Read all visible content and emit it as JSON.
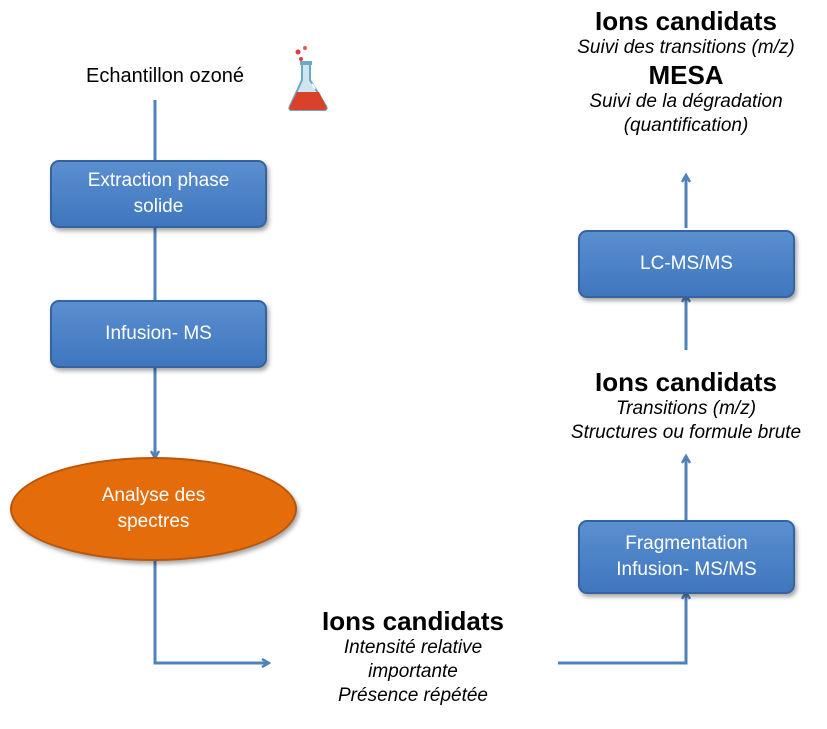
{
  "start_label": "Echantillon ozoné",
  "icon": "flask-icon",
  "colors": {
    "box_blue": "#4f81bd",
    "ellipse_orange": "#e46c0a",
    "arrow_blue": "#4f81bd"
  },
  "steps": {
    "extraction": "Extraction phase\nsolide",
    "infusion_ms": "Infusion- MS",
    "analyse": "Analyse des\nspectres",
    "fragmentation": "Fragmentation\nInfusion- MS/MS",
    "lcmsms": "LC-MS/MS"
  },
  "candidates_bottom": {
    "title": "Ions candidats",
    "lines": [
      "Intensité relative",
      "importante",
      "Présence répétée"
    ]
  },
  "candidates_middle": {
    "title": "Ions candidats",
    "lines": [
      "Transitions (m/z)",
      "Structures ou formule brute"
    ]
  },
  "candidates_top": {
    "title": "Ions candidats",
    "line1": "Suivi des transitions (m/z)",
    "title2": "MESA",
    "line2": "Suivi de la dégradation",
    "line3": "(quantification)"
  }
}
